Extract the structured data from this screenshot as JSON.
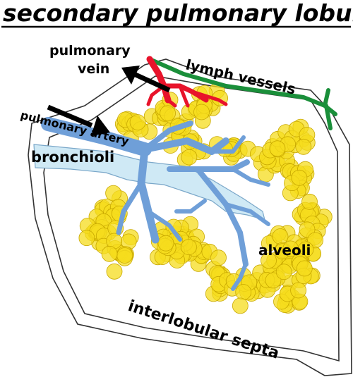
{
  "title": "secondary pulmonary lobule",
  "labels": {
    "pulmonary_vein_line1": "pulmonary",
    "pulmonary_vein_line2": "vein",
    "lymph_vessels": "lymph vessels",
    "pulmonary_artery": "pulmonary artery",
    "bronchioli": "bronchioli",
    "alveoli": "alveoli",
    "interlobular_septa": "interlobular septa"
  },
  "colors": {
    "vein": "#e8132b",
    "lymph": "#1a8f3a",
    "artery": "#6f9fd8",
    "bronchiole": "#cfe9f5",
    "alveolus": "#f5dc1e",
    "alveolus_stroke": "#c8a800",
    "arrow": "#000000"
  }
}
